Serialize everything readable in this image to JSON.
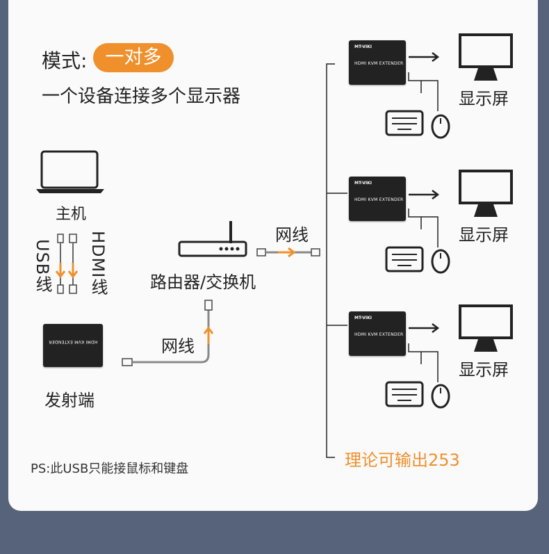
{
  "header": {
    "mode_label": "模式:",
    "mode_value": "一对多",
    "subtitle": "一个设备连接多个显示器"
  },
  "left": {
    "host_label": "主机",
    "usb_label": "USB线",
    "hdmi_label": "HDMI线",
    "transmitter_label": "发射端",
    "cable_label": "网线"
  },
  "middle": {
    "router_label": "路由器/交换机",
    "cable_label": "网线"
  },
  "receivers": [
    {
      "display_label": "显示屏"
    },
    {
      "display_label": "显示屏"
    },
    {
      "display_label": "显示屏"
    }
  ],
  "device": {
    "brand": "MT-VIKI",
    "model": "HDMI KVM EXTENDER"
  },
  "footer": {
    "note": "PS:此USB只能接鼠标和键盘",
    "max_output": "理论可输出253"
  },
  "colors": {
    "accent": "#f0902c",
    "background": "#56637a",
    "card": "#fafafa"
  }
}
